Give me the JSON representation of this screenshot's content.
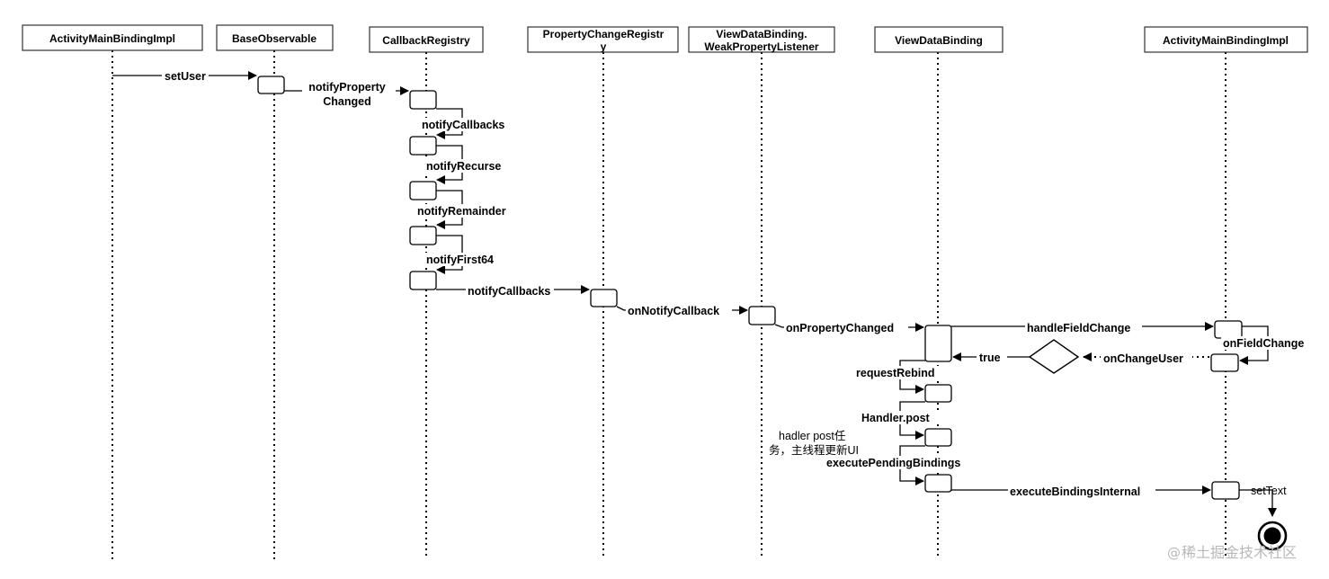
{
  "participants": [
    {
      "id": "p1",
      "label": "ActivityMainBindingImpl"
    },
    {
      "id": "p2",
      "label": "BaseObservable"
    },
    {
      "id": "p3",
      "label": "CallbackRegistry"
    },
    {
      "id": "p4",
      "lines": [
        "PropertyChangeRegistr",
        "y"
      ]
    },
    {
      "id": "p5",
      "lines": [
        "ViewDataBinding.",
        "WeakPropertyListener"
      ]
    },
    {
      "id": "p6",
      "label": "ViewDataBinding"
    },
    {
      "id": "p7",
      "label": "ActivityMainBindingImpl"
    }
  ],
  "messages": {
    "setUser": "setUser",
    "notifyPropertyChanged": [
      "notifyProperty",
      "Changed"
    ],
    "notifyCallbacks1": "notifyCallbacks",
    "notifyRecurse": "notifyRecurse",
    "notifyRemainder": "notifyRemainder",
    "notifyFirst64": "notifyFirst64",
    "notifyCallbacks2": "notifyCallbacks",
    "onNotifyCallback": "onNotifyCallback",
    "onPropertyChanged": "onPropertyChanged",
    "handleFieldChange": "handleFieldChange",
    "onFieldChange": "onFieldChange",
    "onChangeUser": "onChangeUser",
    "true": "true",
    "requestRebind": "requestRebind",
    "handlerPost": "Handler.post",
    "executePendingBindings": "executePendingBindings",
    "executeBindingsInternal": "executeBindingsInternal",
    "setText": "setText"
  },
  "note": [
    "hadler post任",
    "务，主线程更新UI"
  ],
  "watermark": {
    "at": "@",
    "text": "稀土掘金技术社区"
  }
}
